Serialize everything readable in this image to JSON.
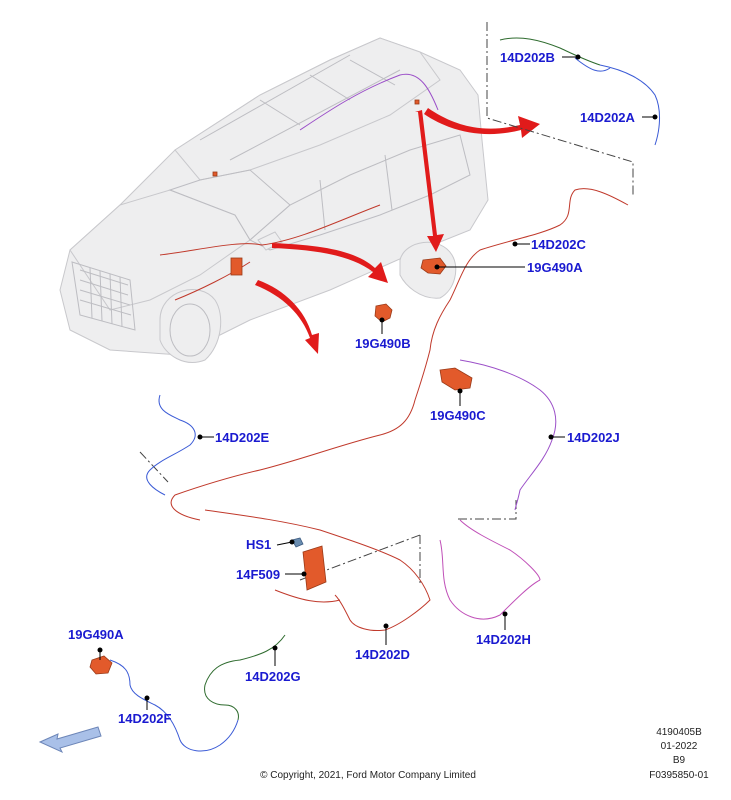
{
  "labels": {
    "a14D202B": "14D202B",
    "a14D202A": "14D202A",
    "a14D202C": "14D202C",
    "a19G490A_top": "19G490A",
    "a19G490B": "19G490B",
    "a19G490C": "19G490C",
    "a14D202E": "14D202E",
    "a14D202J": "14D202J",
    "aHS1": "HS1",
    "a14F509": "14F509",
    "a14D202D": "14D202D",
    "a14D202H": "14D202H",
    "a19G490A_bottom": "19G490A",
    "a14D202G": "14D202G",
    "a14D202F": "14D202F"
  },
  "footer": {
    "copyright": "© Copyright, 2021, Ford Motor Company Limited",
    "code1": "4190405B",
    "code2": "01-2022",
    "code3": "B9",
    "code4": "F0395850-01"
  },
  "colors": {
    "label": "#1a1ad0",
    "arrow": "#e11b1b",
    "part": "#e25a2b",
    "wire_red": "#c0392b",
    "wire_blue": "#3b5bd6",
    "wire_purple": "#9b4fc8",
    "wire_green": "#2e6b2e",
    "wire_pink": "#c050b8"
  }
}
